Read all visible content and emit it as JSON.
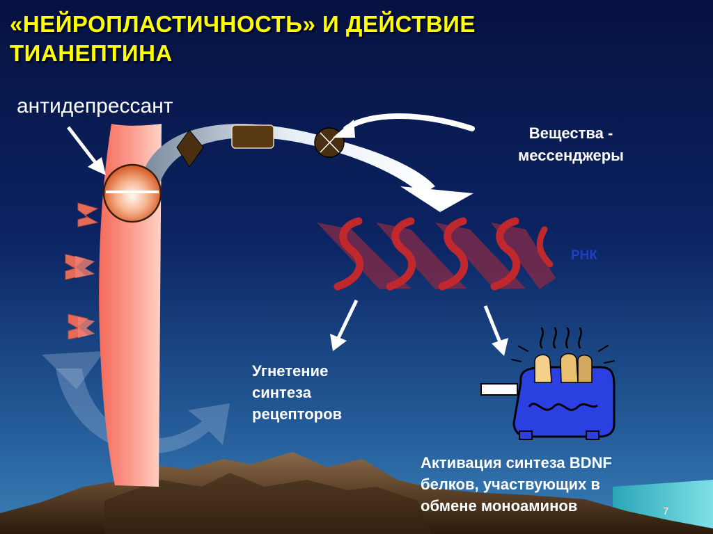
{
  "slide": {
    "title_line1": "«НЕЙРОПЛАСТИЧНОСТЬ» И ДЕЙСТВИЕ",
    "title_line2": "ТИАНЕПТИНА",
    "label_antidepressant": "антидепрессант",
    "label_messengers_line1": "Вещества -",
    "label_messengers_line2": "мессенджеры",
    "label_rna": "РНК",
    "label_inhibition_line1": "Угнетение",
    "label_inhibition_line2": "синтеза",
    "label_inhibition_line3": "рецепторов",
    "label_activation_line1": "Активация синтеза BDNF",
    "label_activation_line2": "белков, участвующих в",
    "label_activation_line3": "обмене моноаминов",
    "page_number": "7"
  },
  "colors": {
    "title": "#ffff00",
    "text": "#ffffff",
    "rna_label": "#1f3fc0",
    "background_top": "#071545",
    "background_bottom": "#2e6fa8",
    "membrane": "#f4867a",
    "rna_helix": "#c0282e",
    "toaster": "#1a2fd0"
  }
}
